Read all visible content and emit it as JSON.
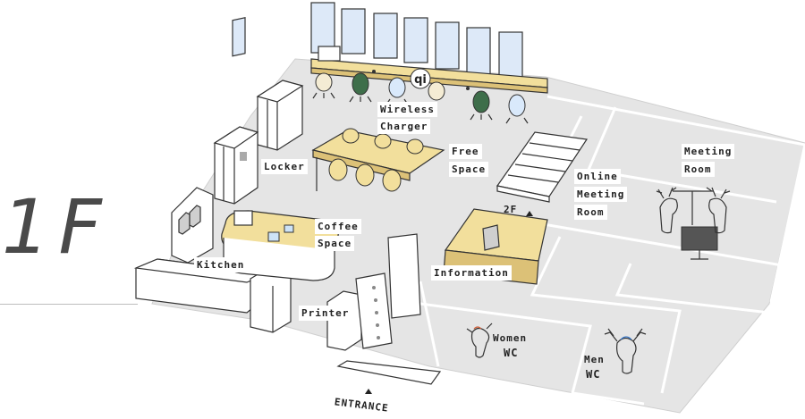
{
  "floor": {
    "label": "1F"
  },
  "rooms": {
    "wireless_charger": [
      "Wireless",
      "Charger"
    ],
    "free_space": [
      "Free",
      "Space"
    ],
    "locker": "Locker",
    "coffee_space": [
      "Coffee",
      "Space"
    ],
    "kitchen": "Kitchen",
    "online_meeting_room": [
      "Online",
      "Meeting",
      "Room"
    ],
    "meeting_room": [
      "Meeting",
      "Room"
    ],
    "information": "Information",
    "printer": "Printer",
    "women_wc": [
      "Women",
      "WC"
    ],
    "men_wc": [
      "Men",
      "WC"
    ]
  },
  "markers": {
    "stairs": "2F",
    "entrance": "ENTRANCE",
    "charger_icon": "qi"
  },
  "colors": {
    "floor": "#e5e5e5",
    "wall": "#ffffff",
    "line": "#333333",
    "wood": "#f2df9c",
    "wood_dark": "#dcc177",
    "window": "#dde9f8",
    "chair_green": "#3e6e4a",
    "chair_blue": "#d9e9fb",
    "chair_cream": "#f4ecd4"
  },
  "icons": {
    "stairs_arrow": "up-arrow-icon",
    "entrance_arrow": "up-arrow-icon",
    "women_wc": "doe-icon",
    "men_wc": "stag-icon",
    "meeting_room": "deer-pair-icon"
  }
}
